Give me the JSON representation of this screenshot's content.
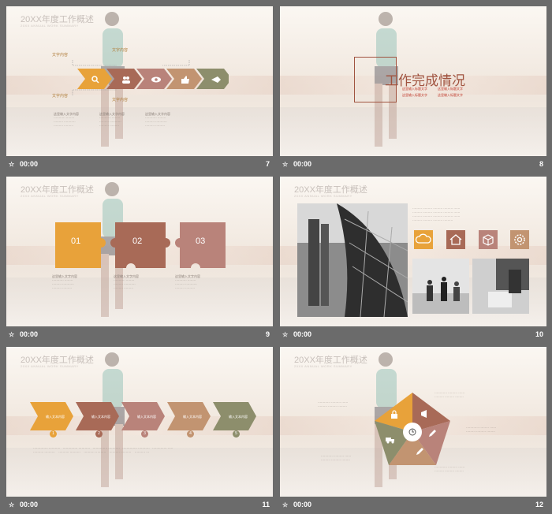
{
  "colors": {
    "orange": "#e8a23a",
    "brown": "#a86a57",
    "rose": "#b9837a",
    "tan": "#c29471",
    "olive": "#8d8e6c"
  },
  "footer": {
    "time": "00:00"
  },
  "slides": [
    {
      "num": "7",
      "title": "20XX年度工作概述",
      "subtitle": "20XX ANNUAL WORK SUMMARY",
      "labels": [
        "文字内容",
        "文字内容",
        "文字内容",
        "文字内容"
      ],
      "captions": [
        "这里输入文字内容",
        "这里输入文字内容",
        "这里输入文字内容"
      ],
      "icons": [
        "search-icon",
        "users-icon",
        "eye-icon",
        "thumbs-up-icon",
        "rocket-icon"
      ]
    },
    {
      "num": "8",
      "heading": "工作完成情况",
      "items": [
        "这里输入标题文字",
        "这里输入标题文字",
        "这里输入标题文字",
        "这里输入标题文字"
      ]
    },
    {
      "num": "9",
      "title": "20XX年度工作概述",
      "subtitle": "20XX ANNUAL WORK SUMMARY",
      "pieces": [
        "01",
        "02",
        "03"
      ],
      "captions": [
        "这里输入文字内容",
        "这里输入文字内容",
        "这里输入文字内容"
      ]
    },
    {
      "num": "10",
      "title": "20XX年度工作概述",
      "subtitle": "20XX ANNUAL WORK SUMMARY",
      "icons": [
        "cloud-icon",
        "home-icon",
        "box-icon",
        "gear-icon"
      ]
    },
    {
      "num": "11",
      "title": "20XX年度工作概述",
      "subtitle": "20XX ANNUAL WORK SUMMARY",
      "arrows": [
        "输入文本内容",
        "输入文本内容",
        "输入文本内容",
        "输入文本内容",
        "输入文本内容"
      ],
      "steps": [
        "1",
        "2",
        "3",
        "4",
        "5"
      ]
    },
    {
      "num": "12",
      "title": "20XX年度工作概述",
      "subtitle": "20XX ANNUAL WORK SUMMARY",
      "icons": [
        "lock-icon",
        "megaphone-icon",
        "clock-icon",
        "truck-icon",
        "pencil-icon"
      ]
    }
  ]
}
